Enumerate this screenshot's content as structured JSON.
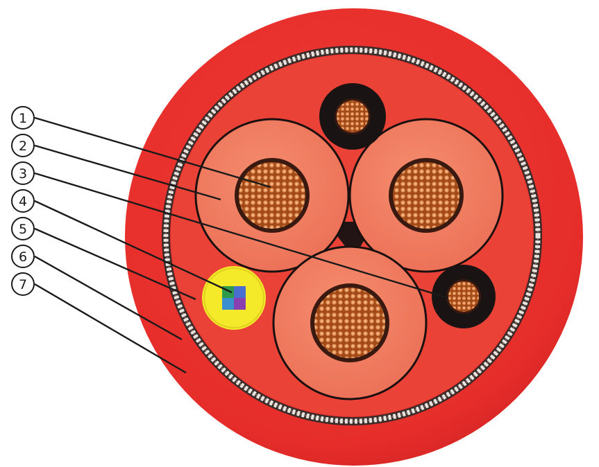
{
  "callouts": [
    "1",
    "2",
    "3",
    "4",
    "5",
    "6",
    "7"
  ],
  "colors": {
    "outer_sheath": "#e8312e",
    "inner_sheath": "#ea4438",
    "main_insulation": "#ef7a5e",
    "copper_conductor": "#b5541c",
    "copper_strand_highlight": "#f0a35e",
    "pilot_insulation": "#1a1313",
    "filler_yellow": "#f4ea2a",
    "leader_line": "#1a1a1a"
  }
}
